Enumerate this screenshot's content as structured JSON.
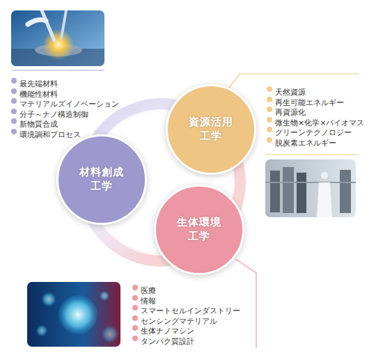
{
  "diagram": {
    "nodes": [
      {
        "text": [
          "材料創成 工学"
        ]
      },
      {
        "text": [
          "資源活用 工学"
        ]
      },
      {
        "text": [
          "生体環境 工学"
        ]
      }
    ],
    "labels": [
      "最先端材料",
      "機能性材料",
      "マテリアルズイノベーション",
      "分子～ナノ構造制御",
      "新物質合成",
      "環境調和プロセス",
      "天然資源",
      "再生可能エネルギー",
      "再資源化",
      "微生物×化学×バイオマス",
      "グリーンテクノロジー",
      "脱炭素エネルギー",
      "医療",
      "情報",
      "スマートセルインダストリー",
      "センシングマテリアル",
      "生体ナノマシン",
      "タンパク質設計"
    ]
  }
}
